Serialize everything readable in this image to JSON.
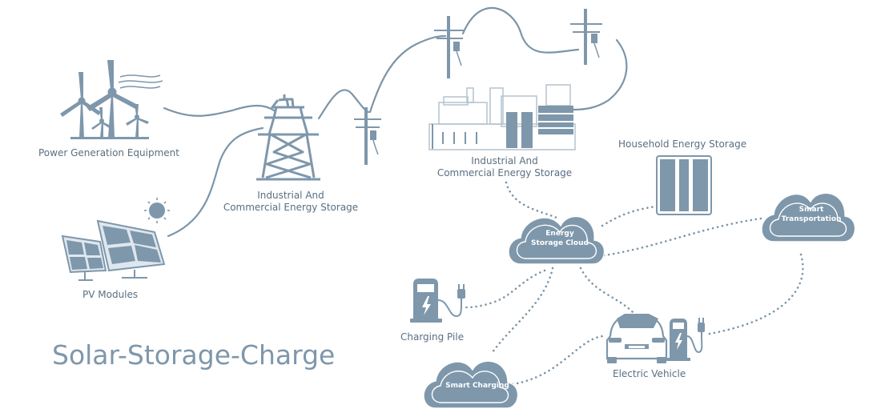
{
  "title": "Solar-Storage-Charge",
  "nodes": {
    "power_generation": "Power Generation Equipment",
    "pv_modules": "PV Modules",
    "tower": {
      "line1": "Industrial And",
      "line2": "Commercial Energy Storage"
    },
    "factory": {
      "line1": "Industrial And",
      "line2": "Commercial Energy Storage"
    },
    "household": "Household Energy Storage",
    "cloud": {
      "line1": "Energy",
      "line2": "Storage Cloud"
    },
    "smart_transport": {
      "line1": "Smart",
      "line2": "Transportation"
    },
    "charging_pile": "Charging Pile",
    "electric_vehicle": "Electric Vehicle",
    "smart_charging": "Smart Charging"
  },
  "colors": {
    "icon": "#7e97ab",
    "line": "#7b95a8",
    "text": "#5a6f82"
  }
}
